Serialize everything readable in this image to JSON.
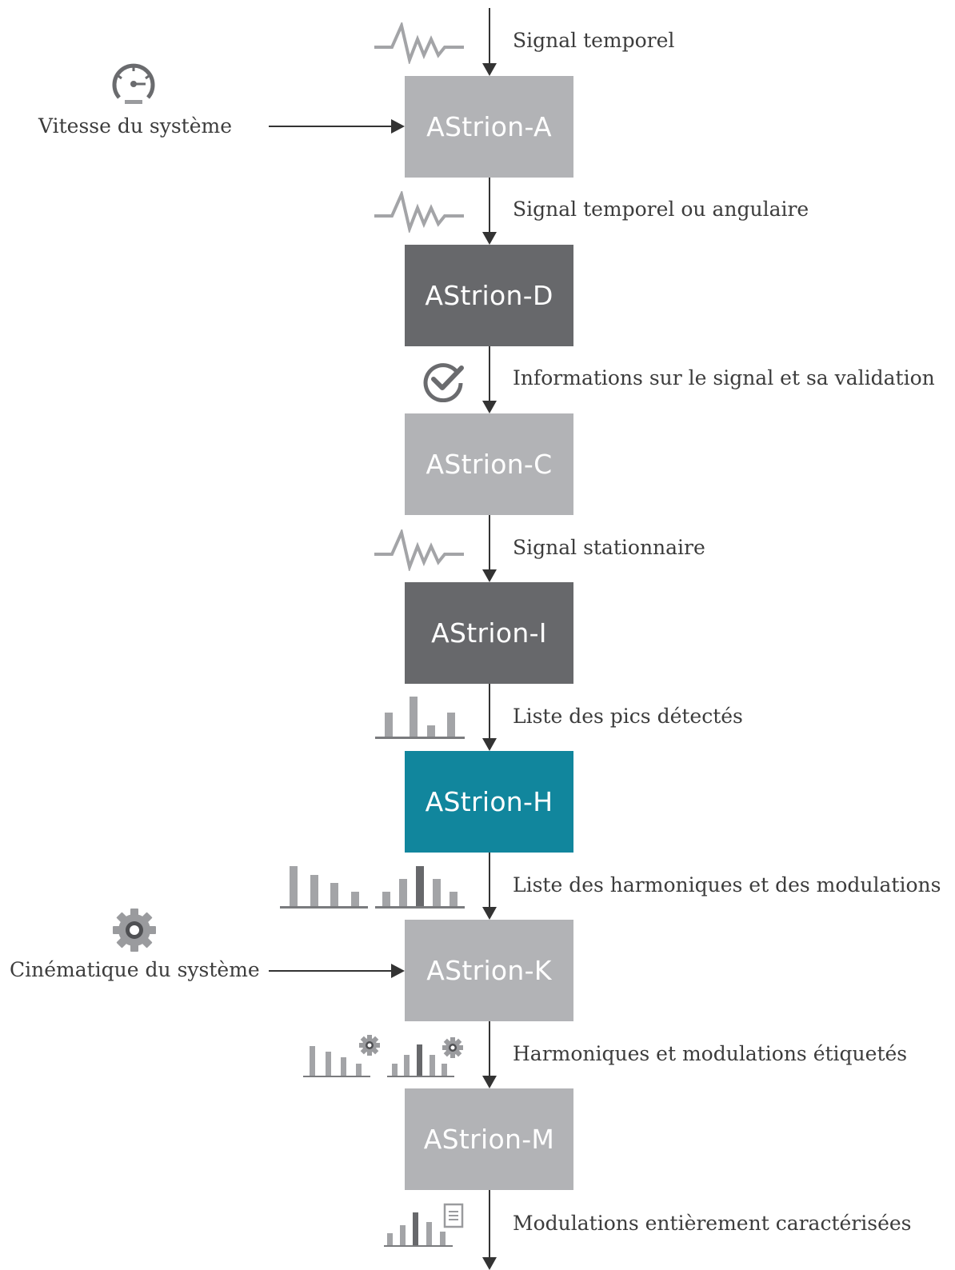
{
  "boxes": {
    "a": "AStrion-A",
    "d": "AStrion-D",
    "c": "AStrion-C",
    "i": "AStrion-I",
    "h": "AStrion-H",
    "k": "AStrion-K",
    "m": "AStrion-M"
  },
  "flows": {
    "f1": "Signal temporel",
    "f2": "Signal temporel ou angulaire",
    "f3": "Informations sur le signal et sa validation",
    "f4": "Signal stationnaire",
    "f5": "Liste des pics détectés",
    "f6": "Liste des harmoniques et des modulations",
    "f7": "Harmoniques et modulations étiquetés",
    "f8": "Modulations entièrement caractérisées"
  },
  "inputs": {
    "speed": "Vitesse du système",
    "kinematics": "Cinématique du système"
  },
  "colors": {
    "light_box": "#b2b3b6",
    "dark_box": "#67686b",
    "teal_box": "#11869d",
    "arrow": "#333333",
    "icon_gray": "#9a9b9e"
  },
  "icons": [
    "waveform-icon",
    "speedometer-icon",
    "check-circle-icon",
    "bar-chart-icon",
    "gear-icon",
    "document-icon"
  ]
}
